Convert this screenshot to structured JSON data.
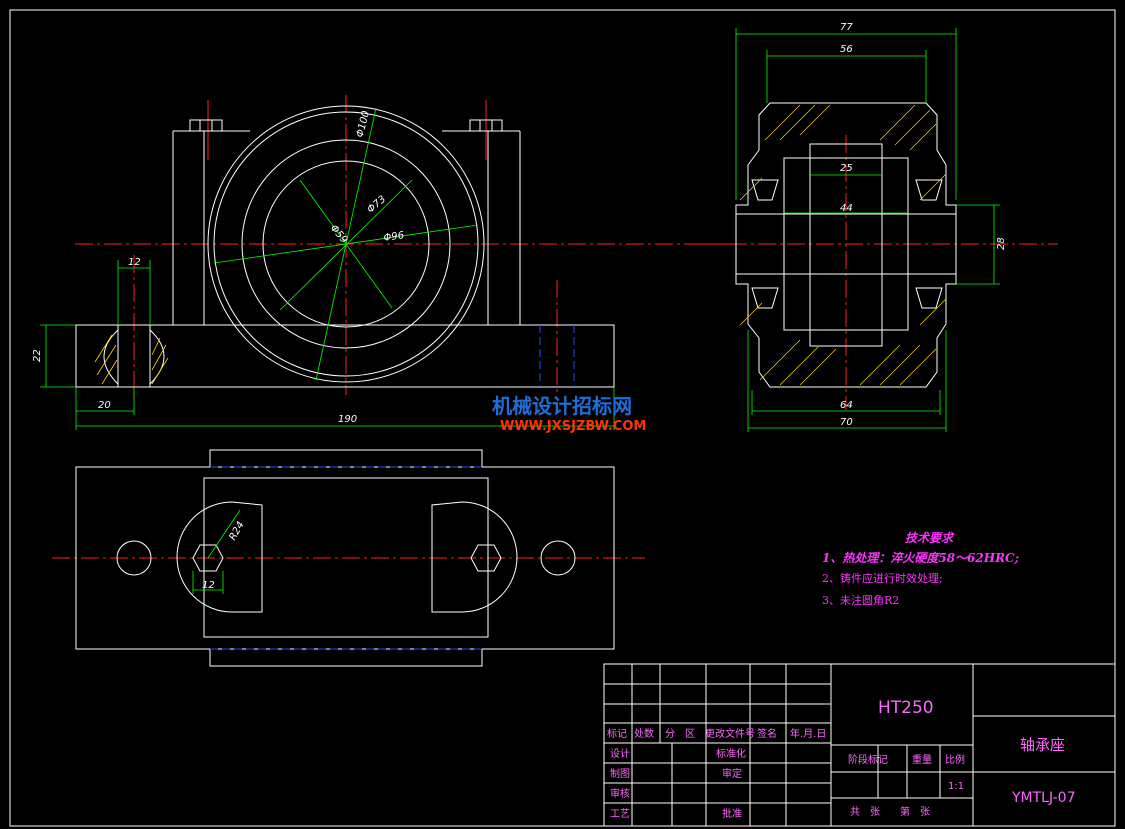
{
  "dimensions": {
    "front_d100": "Φ100",
    "front_d73": "Φ73",
    "front_d96": "Φ96",
    "front_d59": "Φ59",
    "front_w12": "12",
    "front_h22": "22",
    "front_w20": "20",
    "front_w190": "190",
    "side_w77": "77",
    "side_w56": "56",
    "side_w25": "25",
    "side_w44": "44",
    "side_h28": "28",
    "side_w64": "64",
    "side_w70": "70",
    "top_r24": "R24",
    "top_w12": "12"
  },
  "watermark": {
    "line1": "机械设计招标网",
    "line2": "WWW.JXSJZBW.COM"
  },
  "tech_requirements": {
    "title": "技术要求",
    "item1": "1、热处理：淬火硬度58～62HRC;",
    "item2": "2、铸件应进行时效处理;",
    "item3": "3、未注圆角R2"
  },
  "title_block": {
    "material": "HT250",
    "part_name": "轴承座",
    "drawing_no": "YMTLJ-07",
    "scale": "1:1",
    "headers": {
      "mark": "标记",
      "count": "处数",
      "zone": "分　区",
      "change_doc": "更改文件号",
      "signature": "签名",
      "date": "年.月.日"
    },
    "rows": {
      "design": "设计",
      "standardize": "标准化",
      "draw": "制图",
      "review": "审定",
      "check": "审核",
      "process": "工艺",
      "approve": "批准"
    },
    "stage_mark": "阶段标记",
    "weight": "重量",
    "ratio": "比例",
    "sheets": "共　张　　第　张"
  }
}
